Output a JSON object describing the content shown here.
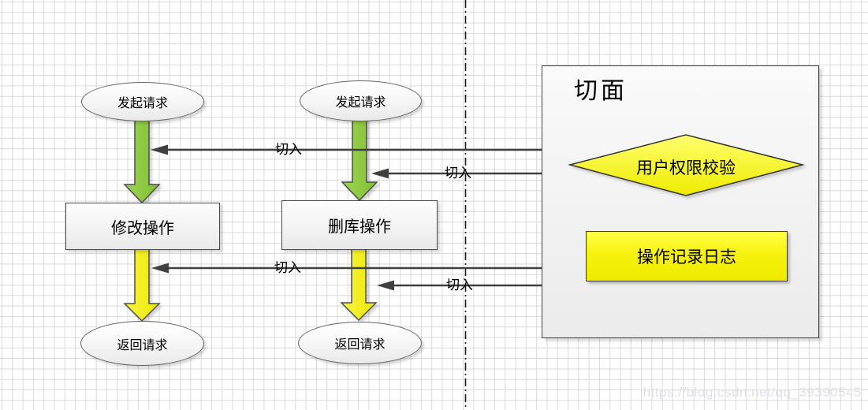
{
  "flows": [
    {
      "start": "发起请求",
      "action": "修改操作",
      "end": "返回请求"
    },
    {
      "start": "发起请求",
      "action": "删库操作",
      "end": "返回请求"
    }
  ],
  "aspect": {
    "title": "切面",
    "decision": "用户权限校验",
    "log": "操作记录日志"
  },
  "labels": {
    "cut_in": "切入"
  },
  "watermark": "https://blog.csdn.net/qq_39390545",
  "colors": {
    "green_arrow": "#8cc63e",
    "yellow_arrow": "#f2ee19",
    "aspect_yellow": "#f5f219",
    "connector": "#404040",
    "grid_line": "#d9d9dc"
  }
}
